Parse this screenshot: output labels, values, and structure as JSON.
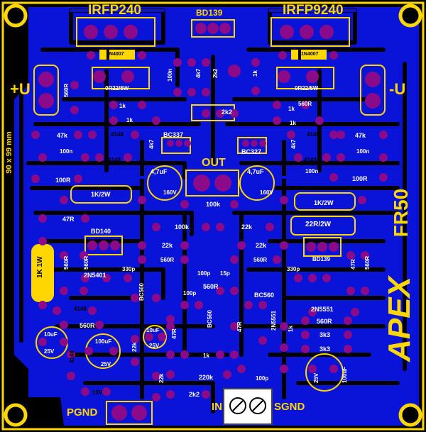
{
  "board": {
    "top_left_transistor": "IRFP240",
    "top_right_transistor": "IRFP9240",
    "top_center_transistor": "BD139",
    "plus_rail": "+U",
    "minus_rail": "-U",
    "size_note": "90 x 99 mm",
    "brand": "APEX",
    "model": "FR50",
    "out": "OUT",
    "in": "IN",
    "sgnd": "SGND",
    "pgnd": "PGND"
  },
  "components": {
    "d_left": "1N4007",
    "d_right": "1N4007",
    "r_left_big": "0R22/5W",
    "r_right_big": "0R22/5W",
    "r_100n_vert": "100n",
    "r_4k7_top": "4k7",
    "r_2k2_top": "2k2",
    "r_1k_top": "1k",
    "trim_2k2": "2k2",
    "r_560_left": "560R",
    "r_1k_l1": "1k",
    "r_1k_l2": "1k",
    "r_1k_r1": "1k",
    "r_1k_r2": "1k",
    "r_560_right": "560R",
    "r_47k_l": "47k",
    "d_4148_l": "4148",
    "bc337": "BC337",
    "bc327": "BC327",
    "r_4k7_l": "4k7",
    "r_4k7_r": "4k7",
    "d_4148_r": "4148",
    "r_47k_r": "47k",
    "c_100n_l": "100n",
    "c_100n_r": "100n",
    "d_4148_l2": "4148",
    "d_4148_r2": "4148",
    "r_100r_l": "100R",
    "r_100r_r": "100R",
    "c_47uf_l_val": "4,7uF",
    "c_47uf_l_v": "160V",
    "c_47uf_r_val": "4,7uF",
    "c_47uf_r_v": "160V",
    "c_100n_mid": "100n",
    "r_1k2w_l": "1K/2W",
    "r_1k2w_r": "1K/2W",
    "r_100k_a": "100k",
    "r_47r_l": "47R",
    "r_100k_b": "100k",
    "r_22k_a": "22k",
    "r_22r2w": "22R/2W",
    "bd140": "BD140",
    "r_22k_b": "22k",
    "r_22k_c": "22k",
    "bd139_r": "BD139",
    "r_1k1w": "1K 1W",
    "r_560_v1": "560R",
    "r_560_v2": "560R",
    "r_560_c1": "560R",
    "r_560_c2": "560R",
    "r_47r_r": "47R",
    "r_560_v3": "560R",
    "t_2n5401": "2N5401",
    "c_330p_l": "330p",
    "c_100p_a": "100p",
    "c_15p": "15p",
    "c_330p_r": "330p",
    "bc560_l": "BC560",
    "c_100p_b": "100p",
    "r_560_mid": "560R",
    "bc560_r": "BC560",
    "d_4148_l3": "4148",
    "bc560_c": "BC560",
    "t_2n5551_a": "2N5551",
    "t_2n5551_b": "2N5551",
    "r_560_b1": "560R",
    "r_560_b2": "560R",
    "r_47r_b": "47R",
    "r_1k_b": "1k",
    "r_3k3_a": "3k3",
    "r_3k3_b": "3k3",
    "c_10uf_l_val": "10uF",
    "c_10uf_l_v": "25V",
    "c_100uf_l_val": "100uF",
    "c_100uf_l_v": "25V",
    "r_22k_v": "22k",
    "c_10uf_m_val": "10uF",
    "c_10uf_m_v": "25V",
    "r_47r_v": "47R",
    "r_1k_c": "1k",
    "r_22k_v2": "22k",
    "r_220k": "220k",
    "c_100p_c": "100p",
    "c_100uf_r_val": "100uF",
    "c_100uf_r_v": "25V",
    "d_4148_v": "4148",
    "d_15v": "15V",
    "r_2k2_b": "2k2"
  },
  "colors": {
    "copper": "#0a14d8",
    "silk": "#ffd700",
    "pad": "#8a0a8a",
    "background": "#000000"
  }
}
